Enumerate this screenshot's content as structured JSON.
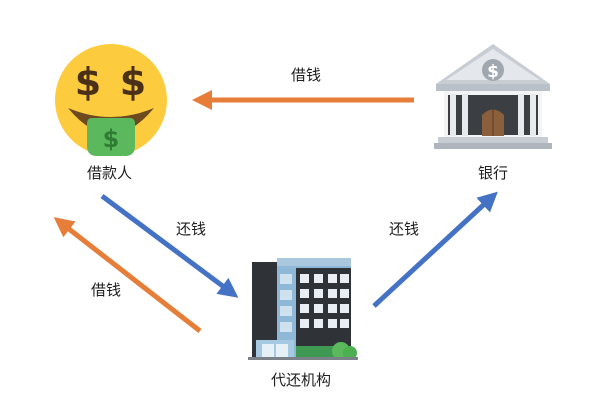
{
  "nodes": {
    "borrower": {
      "label": "借款人",
      "icon": "money-face-icon"
    },
    "bank": {
      "label": "银行",
      "icon": "bank-icon"
    },
    "agency": {
      "label": "代还机构",
      "icon": "office-building-icon"
    }
  },
  "edges": {
    "bank_to_borrower": {
      "label": "借钱",
      "color": "#E67E3A"
    },
    "borrower_to_agency": {
      "label": "还钱",
      "color": "#4472C4"
    },
    "agency_to_borrower": {
      "label": "借钱",
      "color": "#E67E3A"
    },
    "agency_to_bank": {
      "label": "还钱",
      "color": "#4472C4"
    }
  }
}
